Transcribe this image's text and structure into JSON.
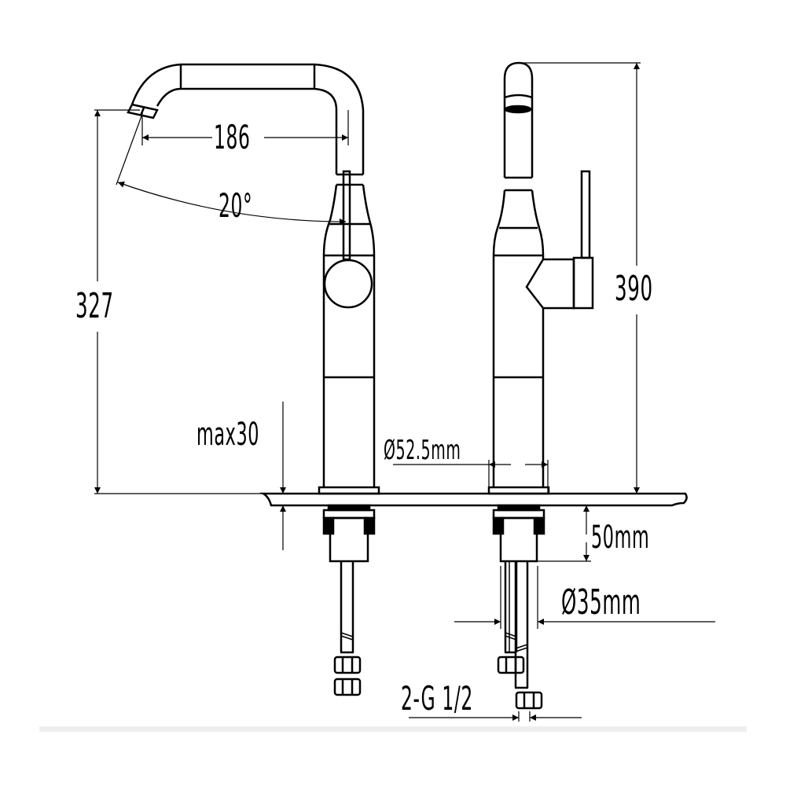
{
  "drawing": {
    "title": "Single-lever basin mixer technical drawing",
    "views": [
      "front-view",
      "side-view"
    ],
    "colors": {
      "line": "#000000",
      "background": "#ffffff",
      "footer_bar": "#efefef"
    }
  },
  "dimensions": {
    "spout_reach": {
      "label": "186",
      "unit": "mm"
    },
    "spout_swivel": {
      "label": "20°"
    },
    "spout_height": {
      "label": "327",
      "unit": "mm"
    },
    "total_height": {
      "label": "390",
      "unit": "mm"
    },
    "max_counter_thickness": {
      "label": "max30",
      "unit": "mm"
    },
    "base_diameter": {
      "label": "Ø52.5mm"
    },
    "shank_length": {
      "label": "50mm"
    },
    "hole_diameter": {
      "label": "Ø35mm"
    },
    "connection": {
      "label": "2-G 1/2"
    }
  }
}
